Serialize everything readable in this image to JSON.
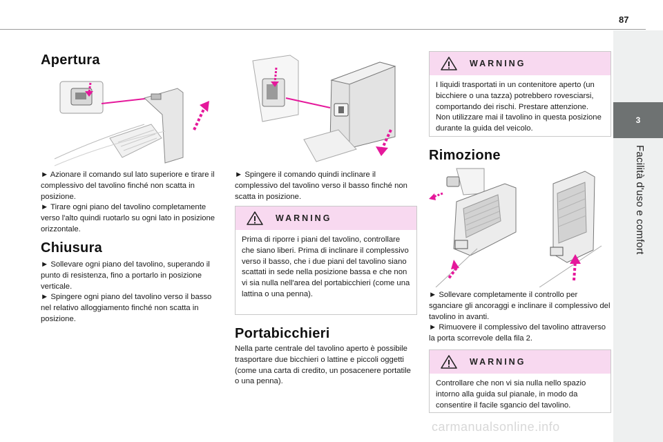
{
  "page_number": "87",
  "chapter": {
    "number": "3",
    "title": "Facilità d'uso e comfort"
  },
  "sections": {
    "apertura": {
      "title": "Apertura",
      "figure_icon": "table-unfold-illustration",
      "steps": [
        "► Azionare il comando sul lato superiore e tirare il complessivo del tavolino finché non scatta in posizione.",
        "► Tirare ogni piano del tavolino completamente verso l'alto quindi ruotarlo su ogni lato in posizione orizzontale."
      ]
    },
    "chiusura": {
      "title": "Chiusura",
      "steps": [
        "► Sollevare ogni piano del tavolino, superando il punto di resistenza, fino a portarlo in posizione verticale.",
        "► Spingere ogni piano del tavolino verso il basso nel relativo alloggiamento finché non scatta in posizione."
      ]
    },
    "col2": {
      "figure_icon": "table-fold-down-illustration",
      "steps": [
        "► Spingere il comando quindi inclinare il complessivo del tavolino verso il basso finché non scatta in posizione."
      ],
      "warning": {
        "label": "WARNING",
        "text": "Prima di riporre i piani del tavolino, controllare che siano liberi. Prima di inclinare il complessivo verso il basso, che i due piani del tavolino siano scattati in sede nella posizione bassa e che non vi sia nulla nell'area del portabicchieri (come una lattina o una penna)."
      }
    },
    "portabicchieri": {
      "title": "Portabicchieri",
      "text": "Nella parte centrale del tavolino aperto è possibile trasportare due bicchieri o lattine e piccoli oggetti (come una carta di credito, un posacenere portatile o una penna)."
    },
    "col3": {
      "warning": {
        "label": "WARNING",
        "text": "I liquidi trasportati in un contenitore aperto (un bicchiere o una tazza) potrebbero rovesciarsi, comportando dei rischi. Prestare attenzione. Non utilizzare mai il tavolino in questa posizione durante la guida del veicolo."
      }
    },
    "rimozione": {
      "title": "Rimozione",
      "figure_icon": "table-removal-illustration",
      "steps": [
        "► Sollevare completamente il controllo per sganciare gli ancoraggi e inclinare il complessivo del tavolino in avanti.",
        "► Rimuovere il complessivo del tavolino attraverso la porta scorrevole della fila 2."
      ],
      "warning": {
        "label": "WARNING",
        "text": "Controllare che non vi sia nulla nello spazio intorno alla guida sul pianale, in modo da consentire il facile sgancio del tavolino."
      }
    }
  },
  "footer_watermark": "carmanualsonline.info",
  "colors": {
    "accent_magenta": "#e5189b",
    "warning_header": "#f8d9f0",
    "chapter_tab": "#6e7272"
  }
}
